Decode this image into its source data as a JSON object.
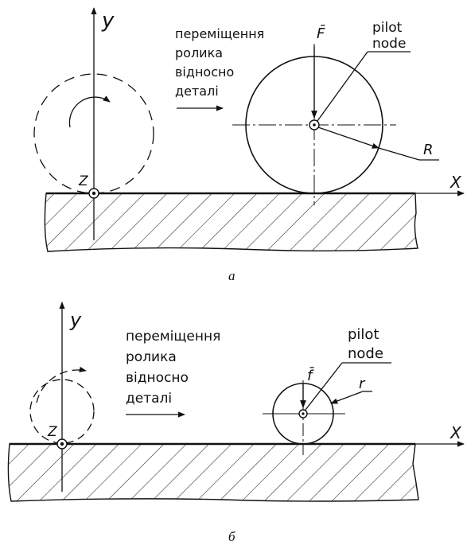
{
  "panel_a": {
    "axis_y": "y",
    "axis_x": "X",
    "axis_z": "Z",
    "motion_lines": [
      "переміщення",
      "ролика",
      "відносно",
      "деталі"
    ],
    "force_label": "F̄",
    "pilot_line1": "pilot",
    "pilot_line2": "node",
    "radius_label": "R",
    "caption": "а"
  },
  "panel_b": {
    "axis_y": "y",
    "axis_x": "X",
    "axis_z": "Z",
    "motion_lines": [
      "переміщення",
      "ролика",
      "відносно",
      "деталі"
    ],
    "force_label": "f̄",
    "pilot_line1": "pilot",
    "pilot_line2": "node",
    "radius_label": "r",
    "caption": "б"
  }
}
